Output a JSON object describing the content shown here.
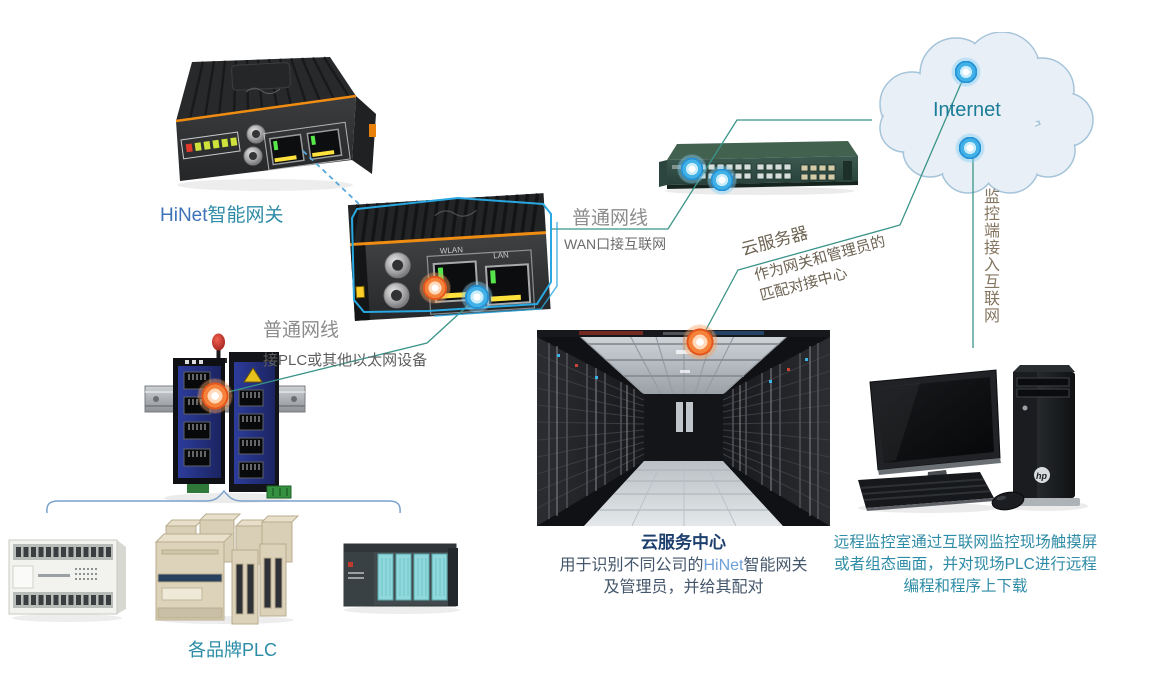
{
  "diagram": {
    "gateway_label": {
      "brand": "HiNet",
      "name": "智能网关"
    },
    "wan_cable": {
      "title": "普通网线",
      "subtitle": "WAN口接互联网"
    },
    "lan_cable": {
      "title": "普通网线",
      "subtitle": "接PLC或其他以太网设备"
    },
    "internet_label": "Internet",
    "cloud_server": {
      "title": "云服务器",
      "desc1": "作为网关和管理员的",
      "desc2": "匹配对接中心"
    },
    "monitor_access_label": "监控端接入互联网",
    "cloud_center": {
      "title": "云服务中心",
      "desc1_pre": "用于识别不同公司的",
      "desc1_brand": "HiNet",
      "desc1_post": "智能网关",
      "desc2": "及管理员，并给其配对"
    },
    "remote_monitor": {
      "line1": "远程监控室通过互联网监控现场触摸屏",
      "line2": "或者组态画面，并对现场PLC进行远程",
      "line3": "编程和程序上下载"
    },
    "plc_label": "各品牌PLC",
    "device_ports": {
      "wlan": "WLAN",
      "lan": "LAN"
    },
    "colors": {
      "line_teal": "#3a9488",
      "frame_blue": "#29a7e0",
      "dashed_blue": "#58a8dc",
      "title_navy": "#1d3f6e",
      "teal_text": "#2a8ba6",
      "brand_blue": "#3d71b8",
      "gray_label": "#8c8c8c",
      "rotated_text": "#6d6353",
      "internet_teal": "#1a7d99",
      "body_text": "#44566b",
      "hinet_light": "#6f9fd8",
      "orange_accent": "#ef8c12"
    }
  }
}
